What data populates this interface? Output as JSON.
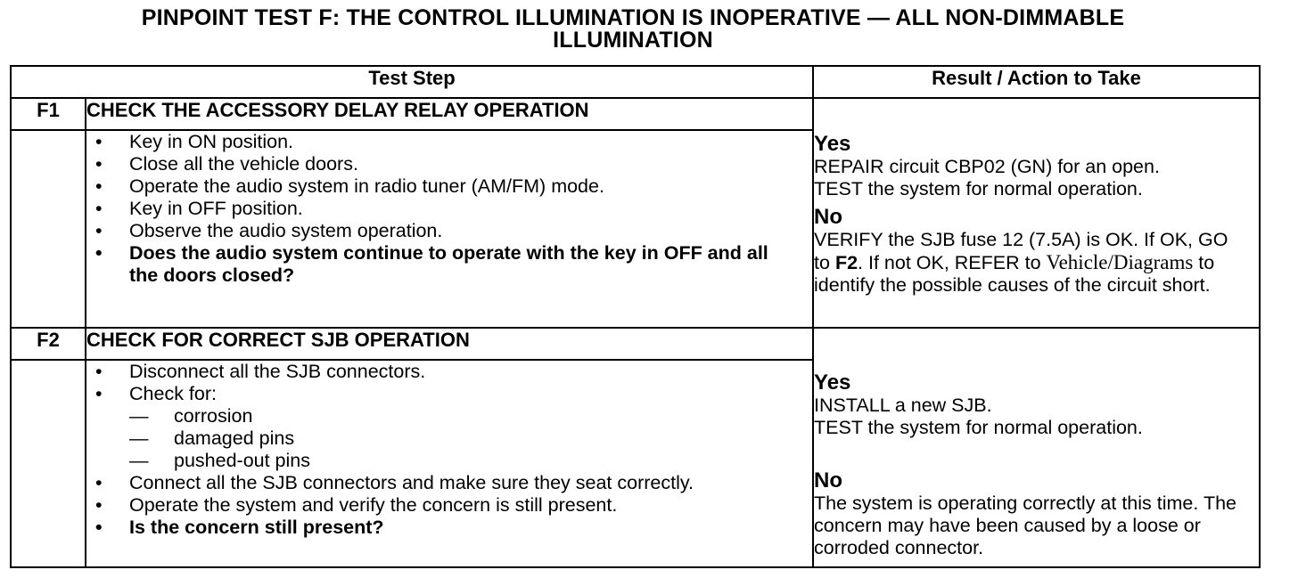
{
  "title": {
    "line1": "PINPOINT TEST  F: THE CONTROL ILLUMINATION IS INOPERATIVE — ALL NON-DIMMABLE",
    "line2": "ILLUMINATION"
  },
  "headers": {
    "test_step": "Test Step",
    "result": "Result / Action to Take"
  },
  "steps": [
    {
      "id": "F1",
      "title": "CHECK THE ACCESSORY DELAY RELAY OPERATION",
      "bullets": [
        "Key in ON position.",
        "Close all the vehicle doors.",
        "Operate the audio system in radio tuner (AM/FM) mode.",
        "Key in OFF position.",
        "Observe the audio system operation."
      ],
      "question": "Does the audio system continue to operate with the key in OFF and all the doors closed?",
      "yes_label": "Yes",
      "yes_text": [
        "REPAIR circuit CBP02 (GN) for an open.",
        "TEST the system for normal operation."
      ],
      "no_label": "No",
      "no_text_1": "VERIFY the SJB fuse 12 (7.5A) is OK. If OK, GO to",
      "no_goto": "F2",
      "no_text_2": ". If not OK, REFER to",
      "no_ref": "Vehicle/Diagrams",
      "no_text_3": " to identify the possible causes of the circuit short."
    },
    {
      "id": "F2",
      "title": "CHECK FOR CORRECT SJB OPERATION",
      "bullet_1": "Disconnect all the SJB connectors.",
      "bullet_2": "Check for:",
      "check_items": [
        "corrosion",
        "damaged pins",
        "pushed-out pins"
      ],
      "bullet_3": "Connect all the SJB connectors and make sure they seat correctly.",
      "bullet_4": "Operate the system and verify the concern is still present.",
      "question": "Is the concern still present?",
      "yes_label": "Yes",
      "yes_text": [
        "INSTALL a new SJB.",
        "TEST the system for normal operation."
      ],
      "no_label": "No",
      "no_text": "The system is operating correctly at this time. The concern may have been caused by a loose or corroded connector."
    }
  ],
  "symbols": {
    "bullet": "•",
    "dash": "—"
  }
}
